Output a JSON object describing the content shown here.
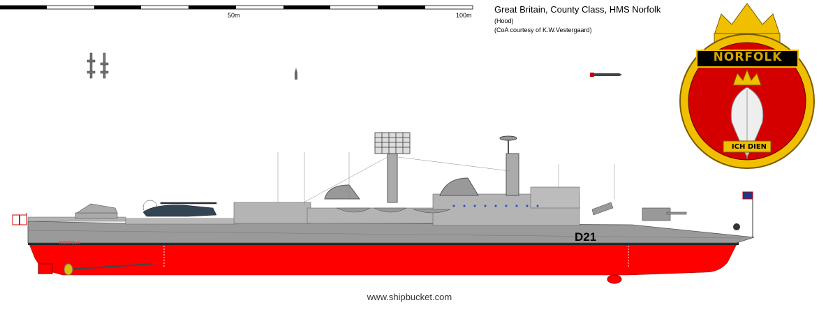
{
  "scale": {
    "mark_50": "50m",
    "mark_100": "100m"
  },
  "title": "Great Britain, County Class, HMS Norfolk",
  "subtitle": "(Hood)",
  "credit": "(CoA courtesy of  K.W.Vestergaard)",
  "watermark": "www.shipbucket.com",
  "crest": {
    "name": "NORFOLK",
    "motto": "ICH DIEN"
  },
  "ship": {
    "hull_number": "D21",
    "stern_name": "NORFOLK"
  },
  "colors": {
    "hull": "#9a9a9a",
    "superstructure": "#b4b4b4",
    "antifouling": "#ff0000",
    "crest_field": "#d40000",
    "crest_gold": "#f0c000"
  }
}
